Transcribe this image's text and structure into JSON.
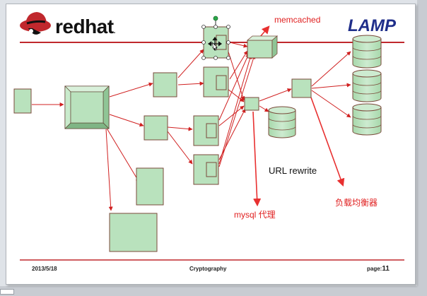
{
  "header": {
    "logo_text": "redhat",
    "logo_trademark": ".",
    "title": "LAMP"
  },
  "annotations": {
    "memcached": "memcached",
    "url_rewrite": "URL rewrite",
    "mysql_proxy": "mysql 代理",
    "load_balancer": "负载均衡器"
  },
  "footer": {
    "date": "2013/5/18",
    "center": "Cryptography",
    "page_label": "page:",
    "page_number": "11"
  },
  "colors": {
    "accent_red": "#c0282d",
    "node_fill": "#b9e2bd",
    "line_red": "#d02020",
    "title_blue": "#1f2e8a"
  },
  "icons": [
    "redhat-shadowman-icon",
    "database-cylinder-icon",
    "selection-rotate-handle-icon",
    "move-cursor-icon"
  ]
}
